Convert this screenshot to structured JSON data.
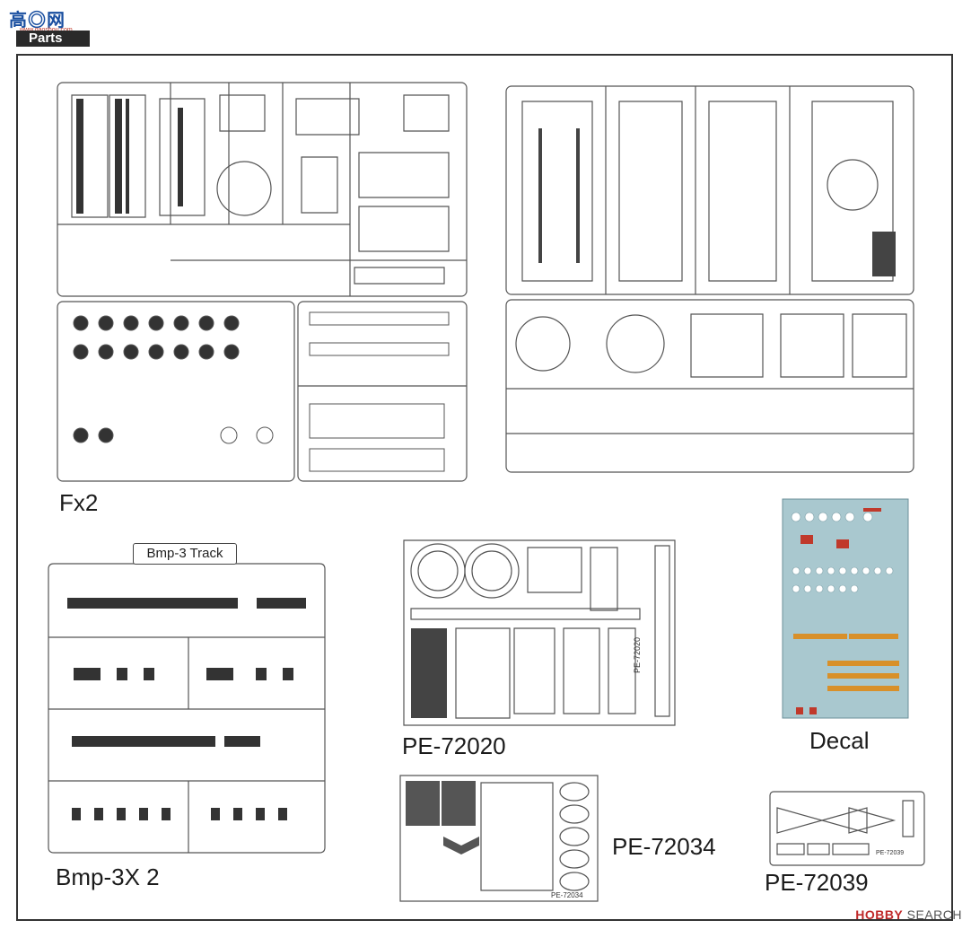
{
  "header": {
    "logo_text": "高◎网",
    "logo_sub": "www.gaoshou.com",
    "section_label": "Parts"
  },
  "labels": {
    "fx2": "Fx2",
    "bmp": "Bmp-3X 2",
    "track_title": "Bmp-3 Track",
    "pe1": "PE-72020",
    "pe2": "PE-72034",
    "pe3": "PE-72039",
    "decal": "Decal"
  },
  "watermark": {
    "brand": "HOBBY",
    "rest": " SEARCH"
  },
  "colors": {
    "line": "#555555",
    "decal_bg": "#a9c8cf",
    "decal_accent": "#d8902a"
  }
}
